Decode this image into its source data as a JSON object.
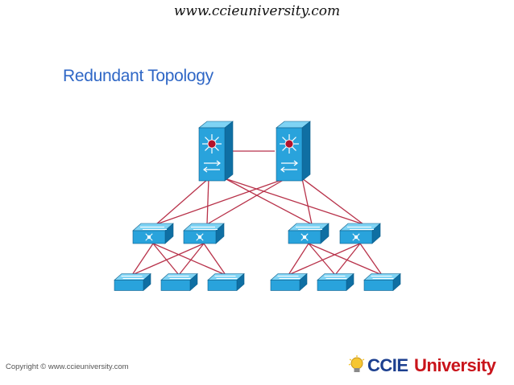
{
  "header": {
    "url": "www.ccieuniversity.com"
  },
  "title": "Redundant Topology",
  "footer": {
    "copyright": "Copyright © www.ccieuniversity.com"
  },
  "logo": {
    "ccie": "CCIE",
    "university": "University"
  },
  "colors": {
    "link": "#b8324a",
    "device_front": "#29a3dc",
    "device_top": "#7fd3f4",
    "device_side": "#0f6fa3",
    "title": "#2f67c6"
  },
  "topology": {
    "core_switches": [
      "core-1",
      "core-2"
    ],
    "distribution_switches": [
      "dist-1",
      "dist-2",
      "dist-3",
      "dist-4"
    ],
    "access_switches": [
      "access-1",
      "access-2",
      "access-3",
      "access-4",
      "access-5",
      "access-6"
    ],
    "links": [
      [
        "core-1",
        "core-2"
      ],
      [
        "core-1",
        "dist-1"
      ],
      [
        "core-1",
        "dist-2"
      ],
      [
        "core-1",
        "dist-3"
      ],
      [
        "core-1",
        "dist-4"
      ],
      [
        "core-2",
        "dist-1"
      ],
      [
        "core-2",
        "dist-2"
      ],
      [
        "core-2",
        "dist-3"
      ],
      [
        "core-2",
        "dist-4"
      ],
      [
        "dist-1",
        "access-1"
      ],
      [
        "dist-1",
        "access-2"
      ],
      [
        "dist-1",
        "access-3"
      ],
      [
        "dist-2",
        "access-1"
      ],
      [
        "dist-2",
        "access-2"
      ],
      [
        "dist-2",
        "access-3"
      ],
      [
        "dist-3",
        "access-4"
      ],
      [
        "dist-3",
        "access-5"
      ],
      [
        "dist-3",
        "access-6"
      ],
      [
        "dist-4",
        "access-4"
      ],
      [
        "dist-4",
        "access-5"
      ],
      [
        "dist-4",
        "access-6"
      ]
    ]
  }
}
